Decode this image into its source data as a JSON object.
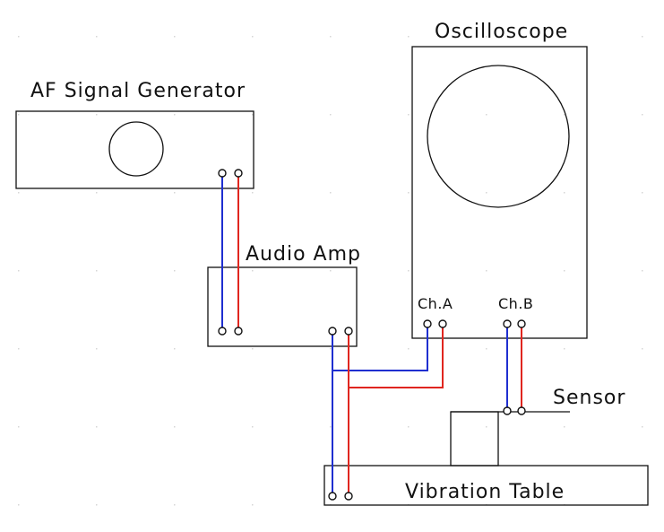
{
  "labels": {
    "af_generator": "AF Signal Generator",
    "oscilloscope": "Oscilloscope",
    "audio_amp": "Audio Amp",
    "channel_a": "Ch.A",
    "channel_b": "Ch.B",
    "sensor": "Sensor",
    "vibration_table": "Vibration Table"
  },
  "colors": {
    "outline": "#111111",
    "wire_blue": "#1f2fd0",
    "wire_red": "#e0261f",
    "grid_dot": "#d6d6d6",
    "background": "#ffffff"
  }
}
